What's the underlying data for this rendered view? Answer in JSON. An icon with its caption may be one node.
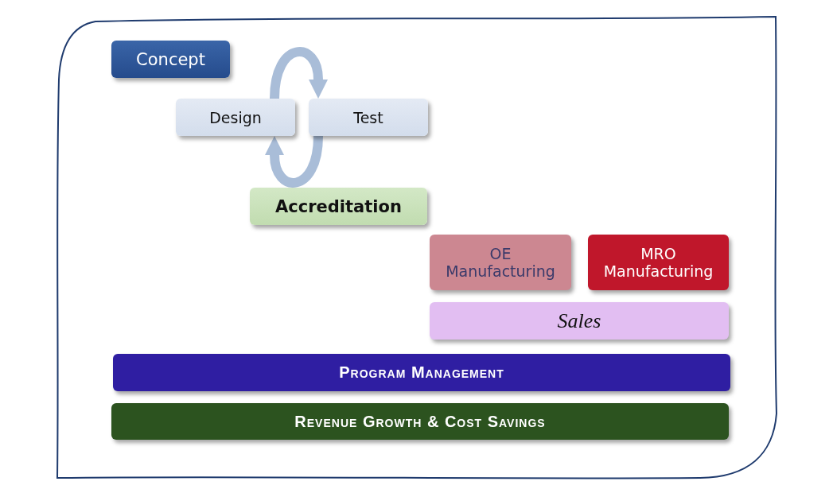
{
  "diagram": {
    "nodes": [
      {
        "text": [
          "Concept"
        ]
      },
      {
        "text": [
          "Design"
        ]
      },
      {
        "text": [
          "Test"
        ]
      },
      {
        "text": [
          "Accreditation"
        ]
      },
      {
        "text": [
          "OE Manufacturing"
        ]
      },
      {
        "text": [
          "MRO Manufacturing"
        ]
      },
      {
        "text": [
          "Sales"
        ]
      },
      {
        "text": [
          "Program Management"
        ]
      },
      {
        "text": [
          "Revenue Growth & Cost Savings"
        ]
      }
    ],
    "edges": [
      {
        "from": 1,
        "to": 2,
        "arrow": "to"
      },
      {
        "from": 2,
        "to": 1,
        "arrow": "to"
      }
    ]
  }
}
